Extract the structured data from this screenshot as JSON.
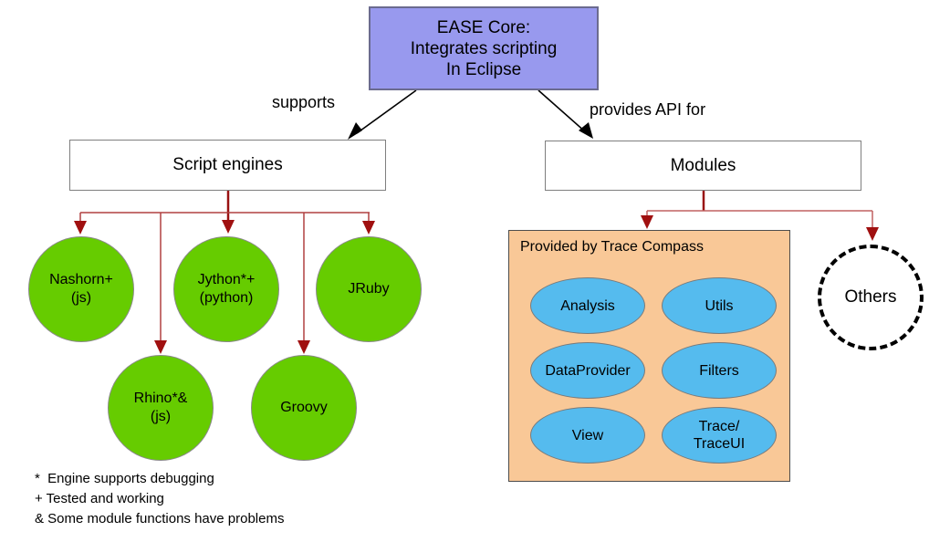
{
  "root": {
    "label": "EASE Core:\nIntegrates scripting\nIn Eclipse"
  },
  "edges": {
    "supports_label": "supports",
    "provides_label": "provides API for"
  },
  "script_engines": {
    "title": "Script engines",
    "items": [
      {
        "label": "Nashorn+\n(js)"
      },
      {
        "label": "Jython*+\n(python)"
      },
      {
        "label": "JRuby"
      },
      {
        "label": "Rhino*&\n(js)"
      },
      {
        "label": "Groovy"
      }
    ]
  },
  "modules": {
    "title": "Modules",
    "group_title": "Provided by Trace Compass",
    "items": [
      {
        "label": "Analysis"
      },
      {
        "label": "Utils"
      },
      {
        "label": "DataProvider"
      },
      {
        "label": "Filters"
      },
      {
        "label": "View"
      },
      {
        "label": "Trace/\nTraceUI"
      }
    ],
    "others_label": "Others"
  },
  "legend": {
    "lines": [
      "*  Engine supports debugging",
      "+ Tested and working",
      "& Some module functions have problems"
    ]
  },
  "colors": {
    "root_fill": "#9899ee",
    "engine_fill": "#66cc00",
    "group_fill": "#f9c897",
    "module_fill": "#55bbee",
    "connector_red": "#b04040",
    "arrowhead_red": "#a01010",
    "edge_black": "#000000"
  }
}
